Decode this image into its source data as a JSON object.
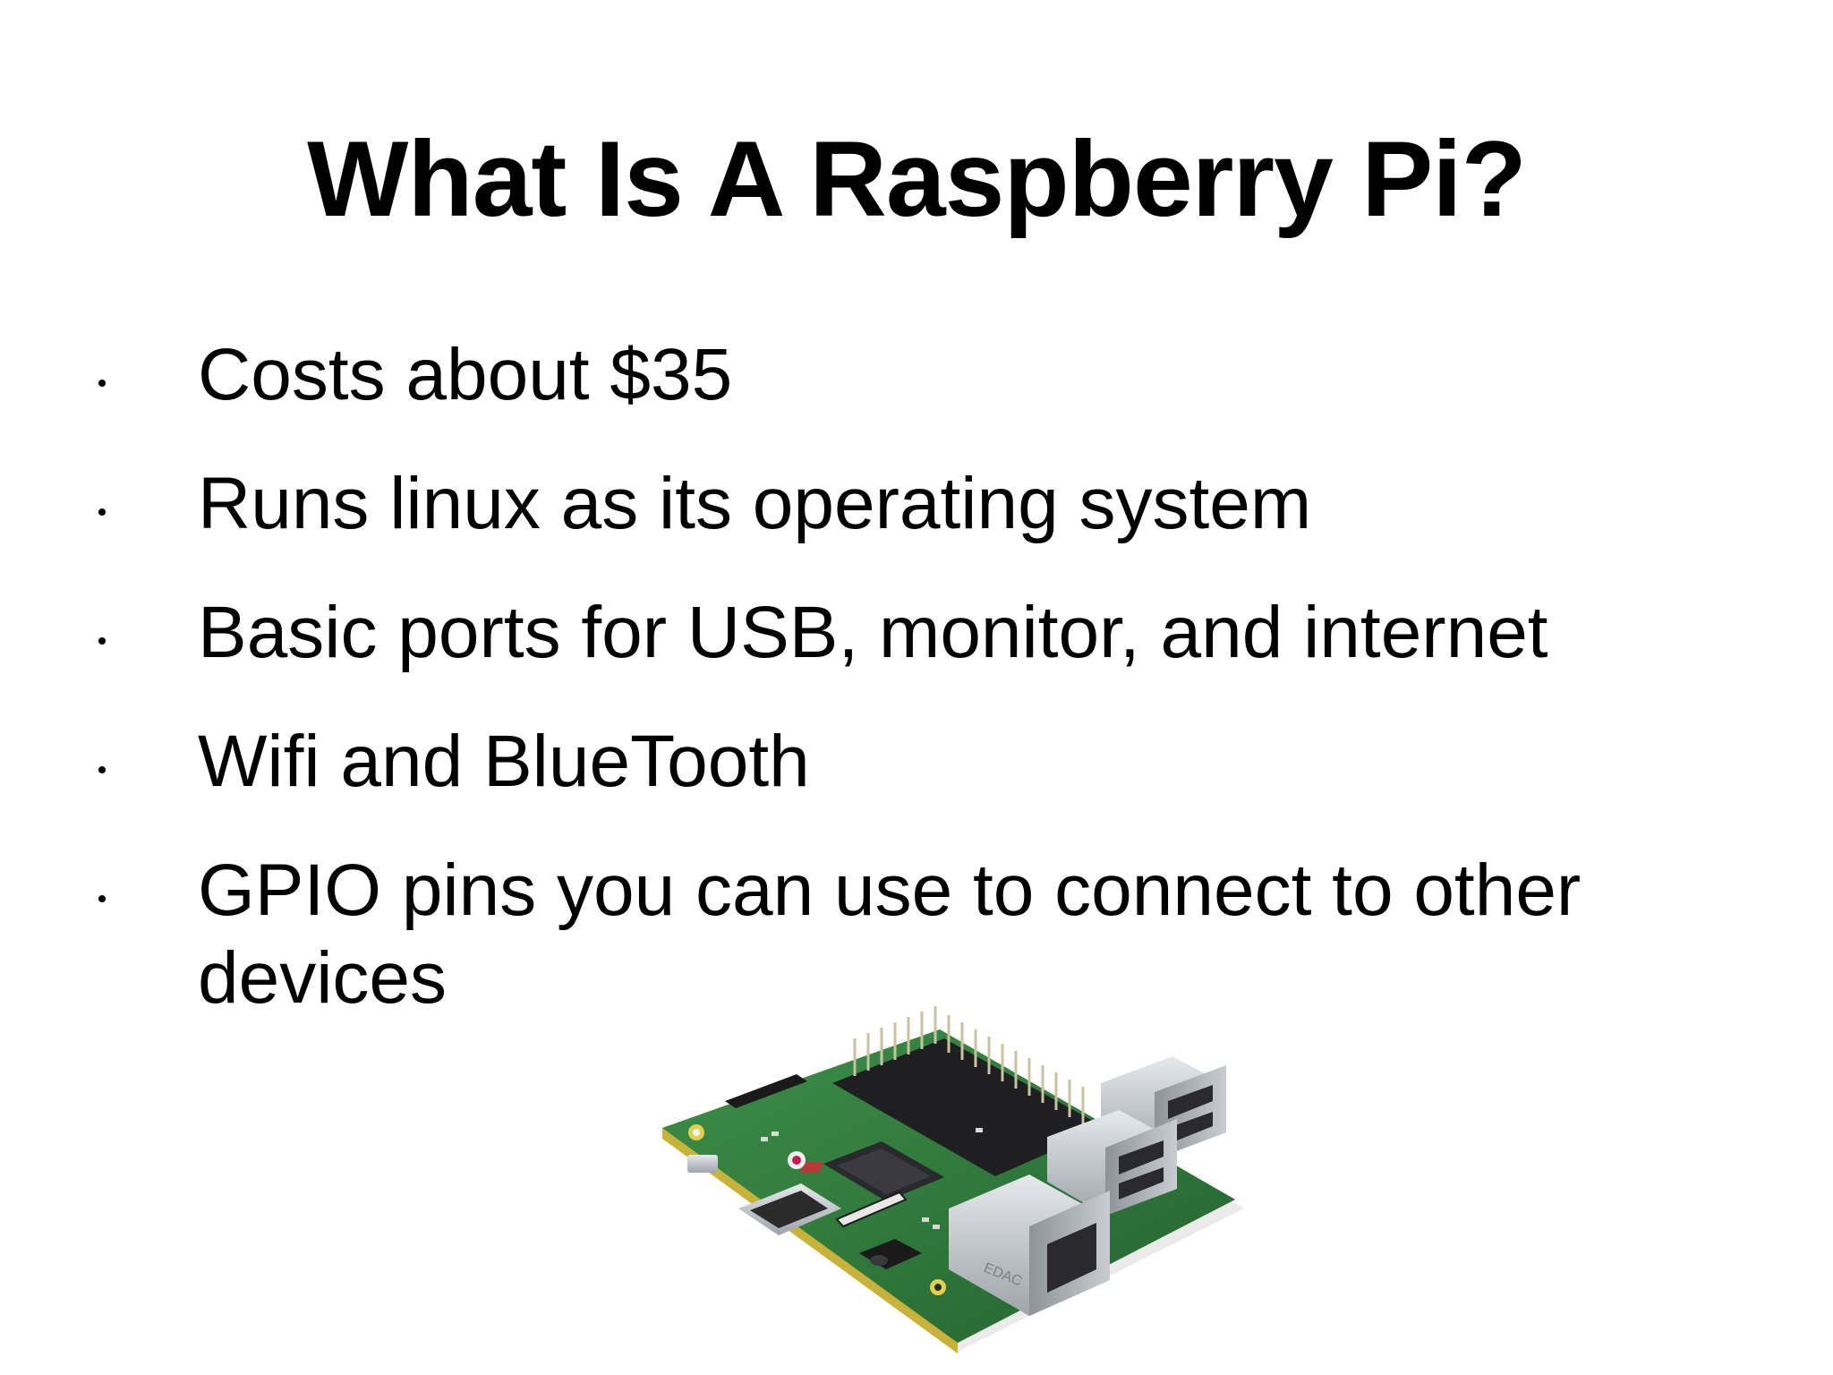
{
  "slide": {
    "title": "What Is A Raspberry Pi?",
    "bullets": [
      "Costs about $35",
      "Runs linux as its operating system",
      "Basic ports for USB, monitor, and internet",
      "Wifi and BlueTooth",
      "GPIO pins you can use to connect to other devices"
    ],
    "image": {
      "subject": "raspberry-pi-board",
      "board_markings": [
        "EDAC"
      ],
      "colors": {
        "pcb": "#2f7d3c",
        "metal": "#c8ccd0",
        "gold": "#d8c24a",
        "chip": "#2a2a2e"
      }
    }
  }
}
